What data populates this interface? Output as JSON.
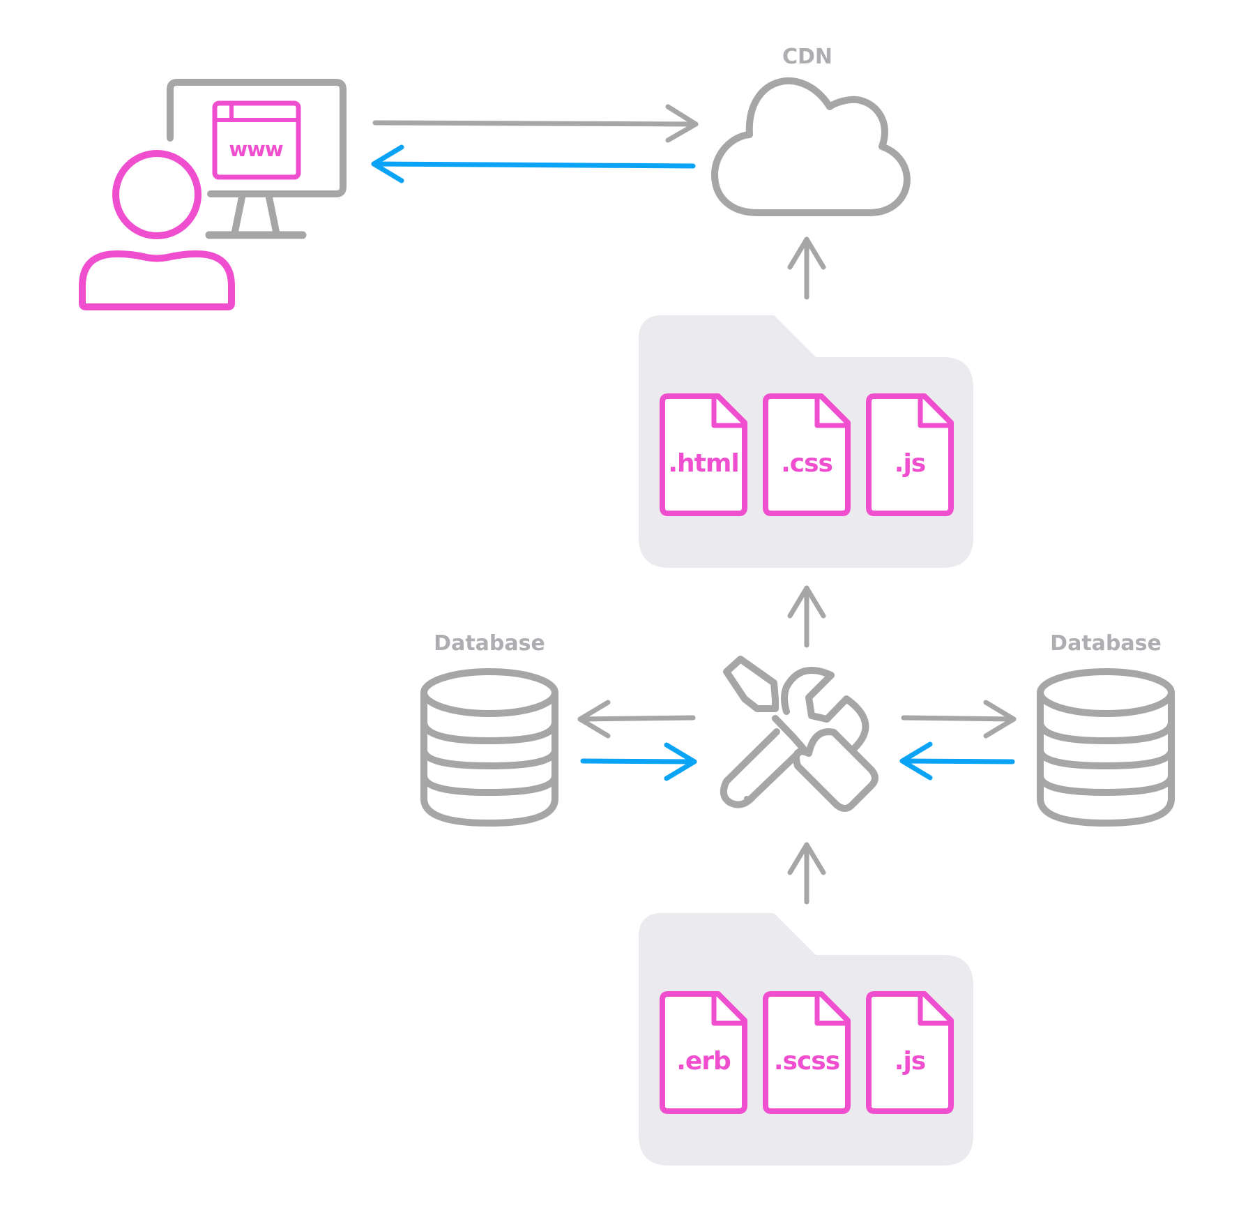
{
  "colors": {
    "gray": "#a6a6a6",
    "pink": "#ef4fcf",
    "blue": "#0aa3f5",
    "folder_fill": "#ebebef",
    "label_gray": "#aeaeb2"
  },
  "icons": {
    "user": "user-icon",
    "monitor": "monitor-icon",
    "browser_window": "browser-window-icon",
    "cloud": "cloud-icon",
    "tools": "tools-icon",
    "database": "database-icon",
    "folder": "folder-icon",
    "file": "file-icon"
  },
  "browser": {
    "text": "www"
  },
  "cdn": {
    "label": "CDN"
  },
  "databases": {
    "left": {
      "label": "Database"
    },
    "right": {
      "label": "Database"
    }
  },
  "output_folder": {
    "files": [
      {
        "ext": ".html"
      },
      {
        "ext": ".css"
      },
      {
        "ext": ".js"
      }
    ]
  },
  "source_folder": {
    "files": [
      {
        "ext": ".erb"
      },
      {
        "ext": ".scss"
      },
      {
        "ext": ".js"
      }
    ]
  }
}
